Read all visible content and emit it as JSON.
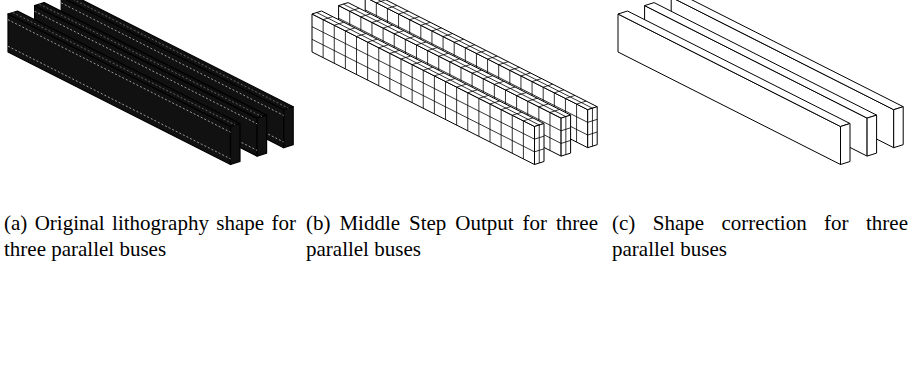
{
  "diagram": {
    "labels": [
      "(a) Original lithography shape for three parallel buses",
      "(b) Middle Step Output for three parallel buses",
      "(c) Shape correction for three parallel buses"
    ]
  }
}
